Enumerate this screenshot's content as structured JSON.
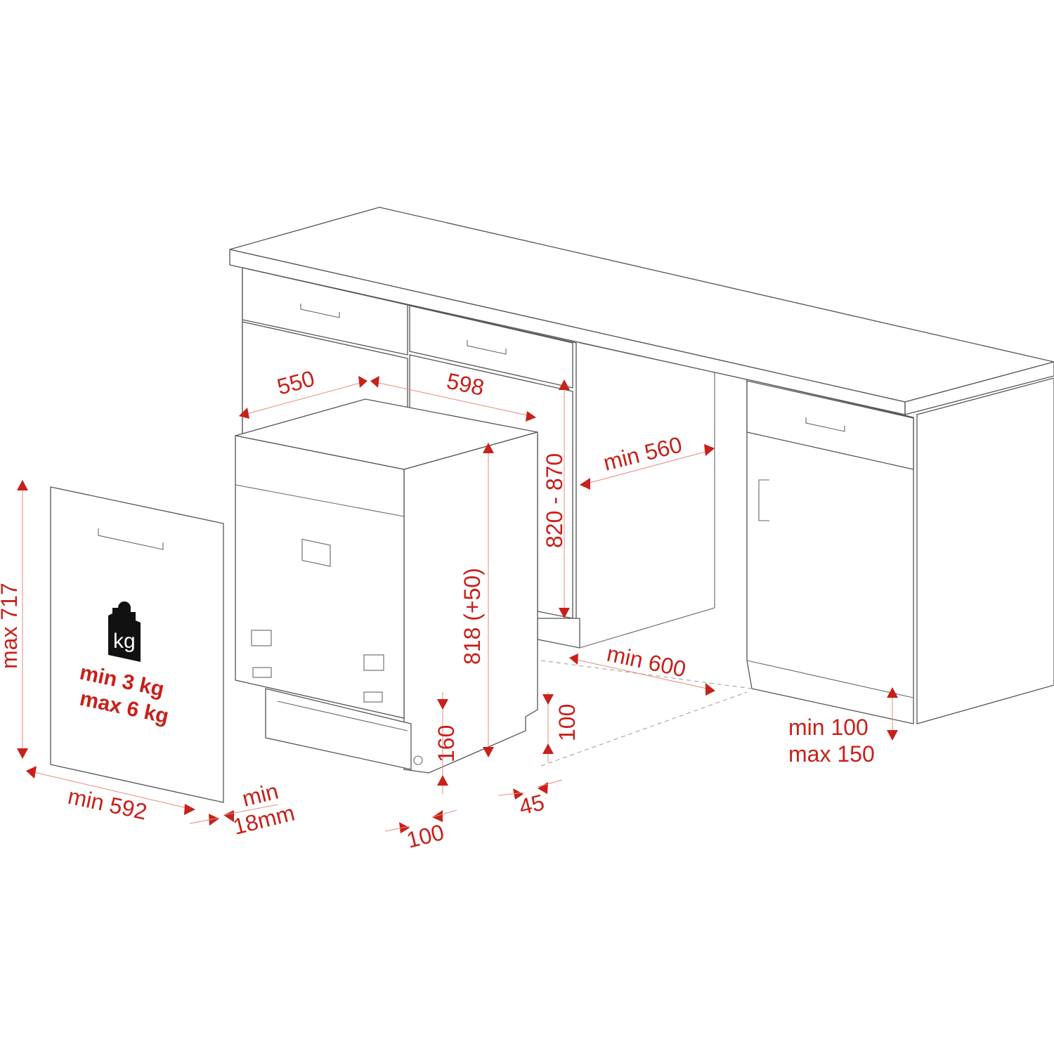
{
  "title": "Built-in dishwasher installation dimensions",
  "accent_color": "#c8201a",
  "line_color": "#555555",
  "dimensions": {
    "depth": "550",
    "width": "598",
    "niche_height": "820 - 870",
    "niche_depth": "min 560",
    "niche_width": "min 600",
    "appliance_height": "818 (+50)",
    "door_height": "max 717",
    "door_width": "min 592",
    "door_thickness_min": "min",
    "door_thickness_value": "18mm",
    "plinth_160": "160",
    "plinth_100_right": "100",
    "plinth_45": "45",
    "plinth_100_bottom": "100",
    "plinth_min": "min 100",
    "plinth_max": "max 150"
  },
  "door_weight": {
    "icon": "weight-kg-icon",
    "icon_text": "kg",
    "min": "min 3 kg",
    "max": "max 6 kg"
  }
}
